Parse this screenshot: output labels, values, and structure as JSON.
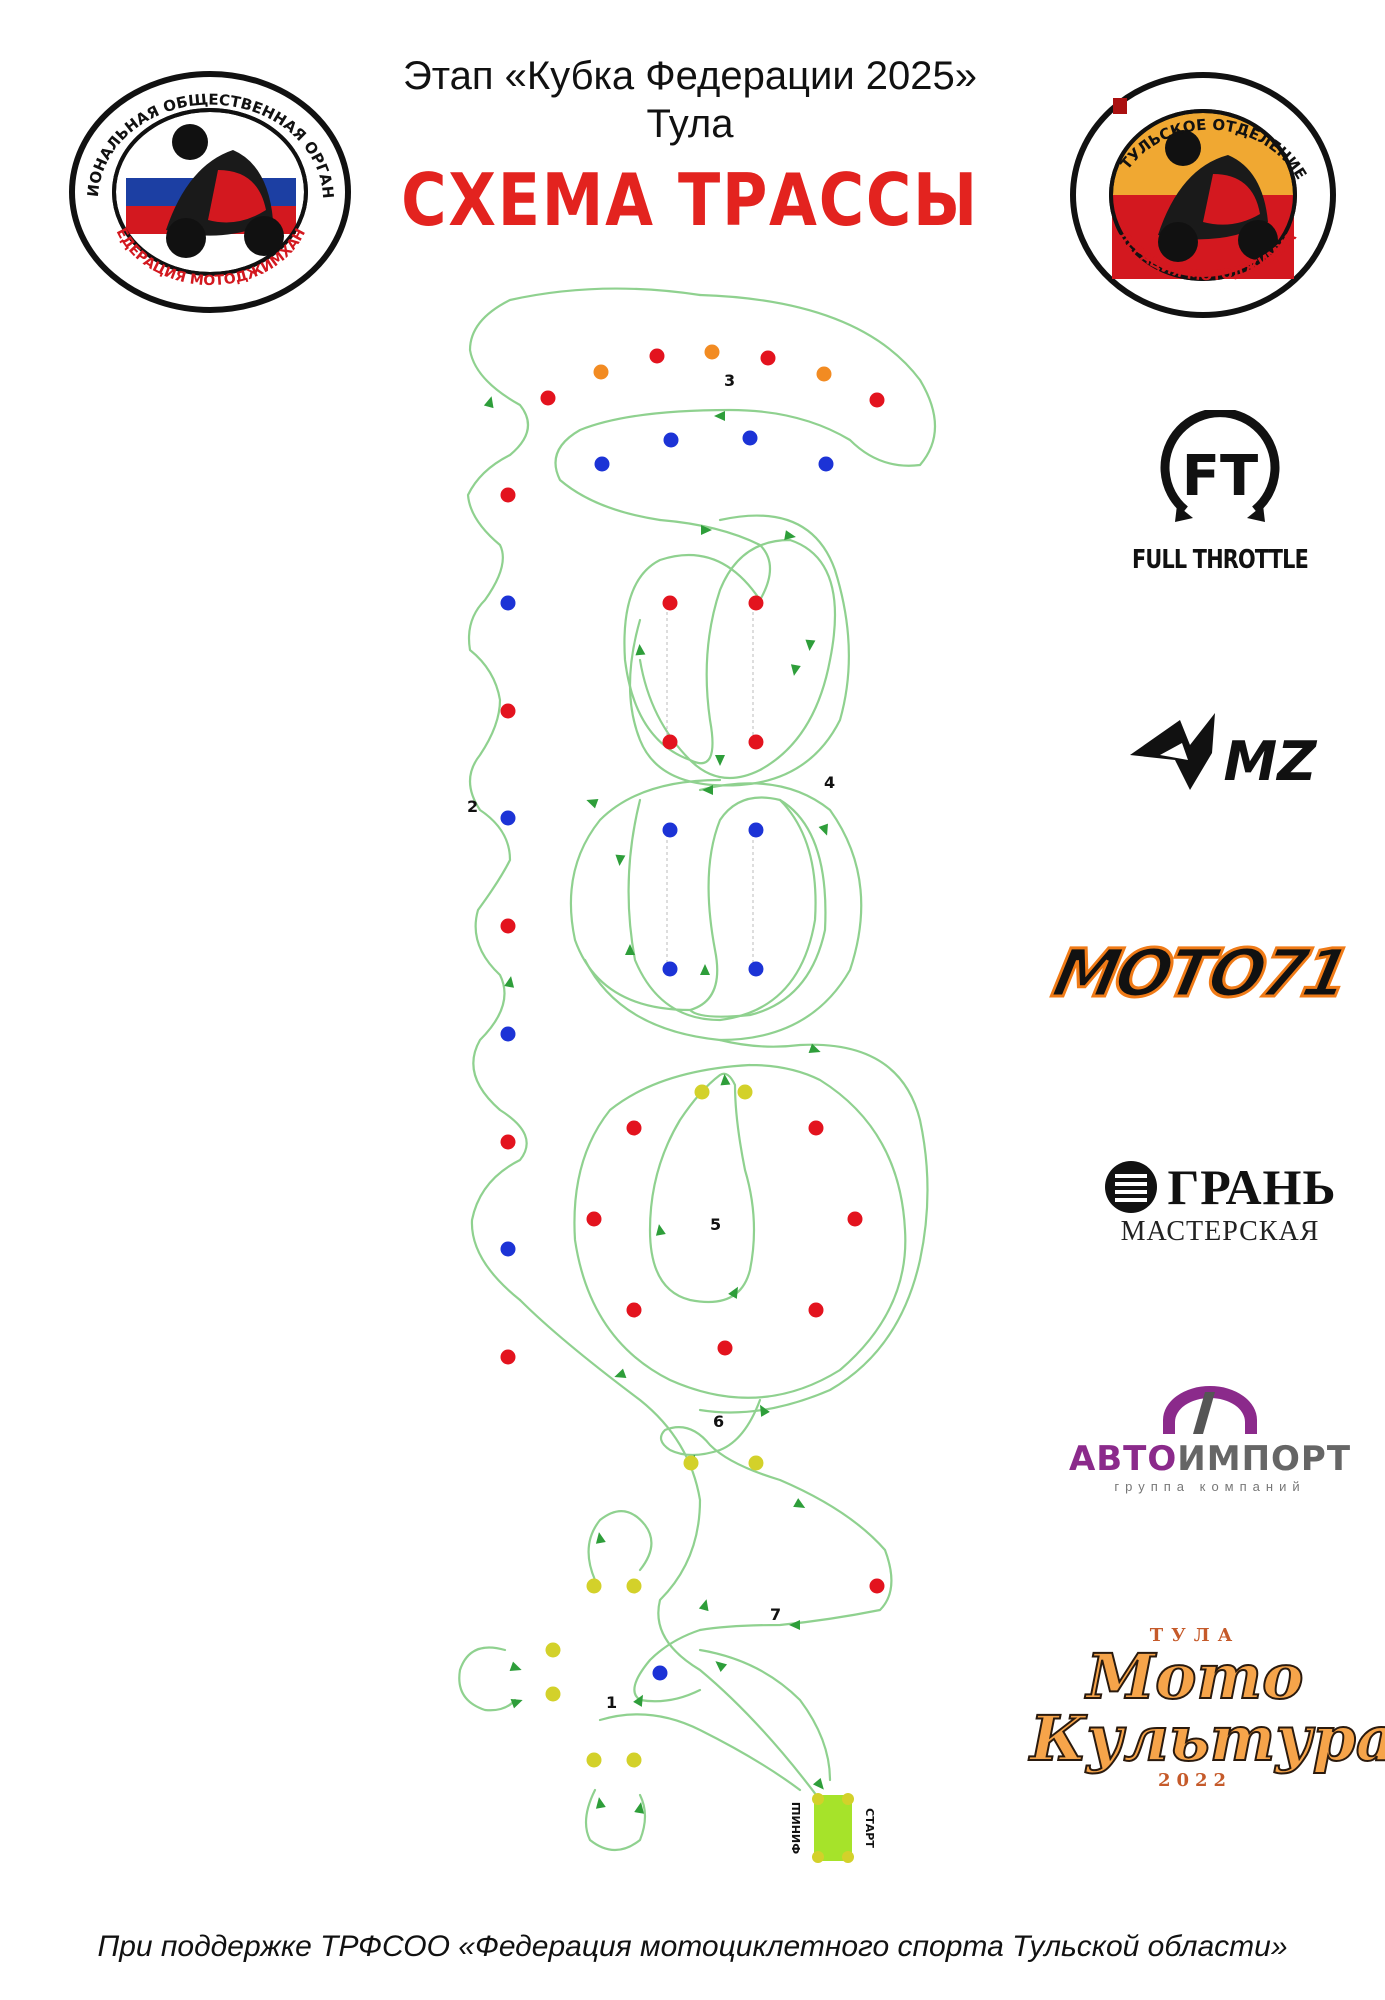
{
  "header": {
    "title": "Этап «Кубка Федерации 2025»",
    "city": "Тула",
    "scheme": "СХЕМА ТРАССЫ"
  },
  "logos": {
    "left_ring_text": "МЕЖРЕГИОНАЛЬНАЯ ОБЩЕСТВЕННАЯ ОРГАНИЗАЦИЯ",
    "left_bottom_text": "ФЕДЕРАЦИЯ МОТОДЖИМХАНЫ",
    "right_ring_text": "ТУЛЬСКОЕ ОТДЕЛЕНИЕ",
    "right_bottom_text": "ФЕДЕРАЦИЯ МОТОДЖИМХАНЫ"
  },
  "sponsors": {
    "ft_mark": "FT",
    "ft_label": "FULL THROTTLE",
    "mz": "MZ",
    "moto71": "MOTO71",
    "gran_main": "ГРАНЬ",
    "gran_sub": "МАСТЕРСКАЯ",
    "avto_part1": "АВТО",
    "avto_part2": "ИМПОРТ",
    "avto_sub": "группа компаний",
    "motokultura_top": "ТУЛА",
    "motokultura_line1": "Мото",
    "motokultura_line2": "Культура",
    "motokultura_year": "2022"
  },
  "track": {
    "section_labels": [
      "1",
      "2",
      "3",
      "4",
      "5",
      "6",
      "7"
    ],
    "finish_label": "ФИНИШ",
    "start_label": "СТАРТ"
  },
  "colors": {
    "line": "#8fd18f",
    "arrow": "#2e9e3a",
    "red": "#e3131e",
    "blue": "#1c33d6",
    "orange": "#f28b22",
    "yellow": "#d3d12a",
    "box": "#a6e32a",
    "accent": "#e3231f"
  },
  "footer": {
    "text": "При поддержке ТРФСОО «Федерация мотоциклетного спорта Тульской области»"
  }
}
